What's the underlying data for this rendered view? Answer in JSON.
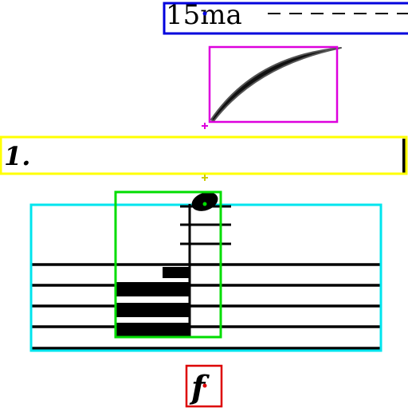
{
  "ottava": {
    "text": "15ma"
  },
  "volta": {
    "text": "1."
  },
  "dynamic": {
    "text": "f"
  },
  "colors": {
    "ottava_box": "#0000dd",
    "slur_box": "#dd00dd",
    "volta_box": "#ffff00",
    "staff_box": "#00e5ee",
    "chord_box": "#00dd00",
    "dynamic_box": "#dd0000",
    "ink": "#000000"
  }
}
